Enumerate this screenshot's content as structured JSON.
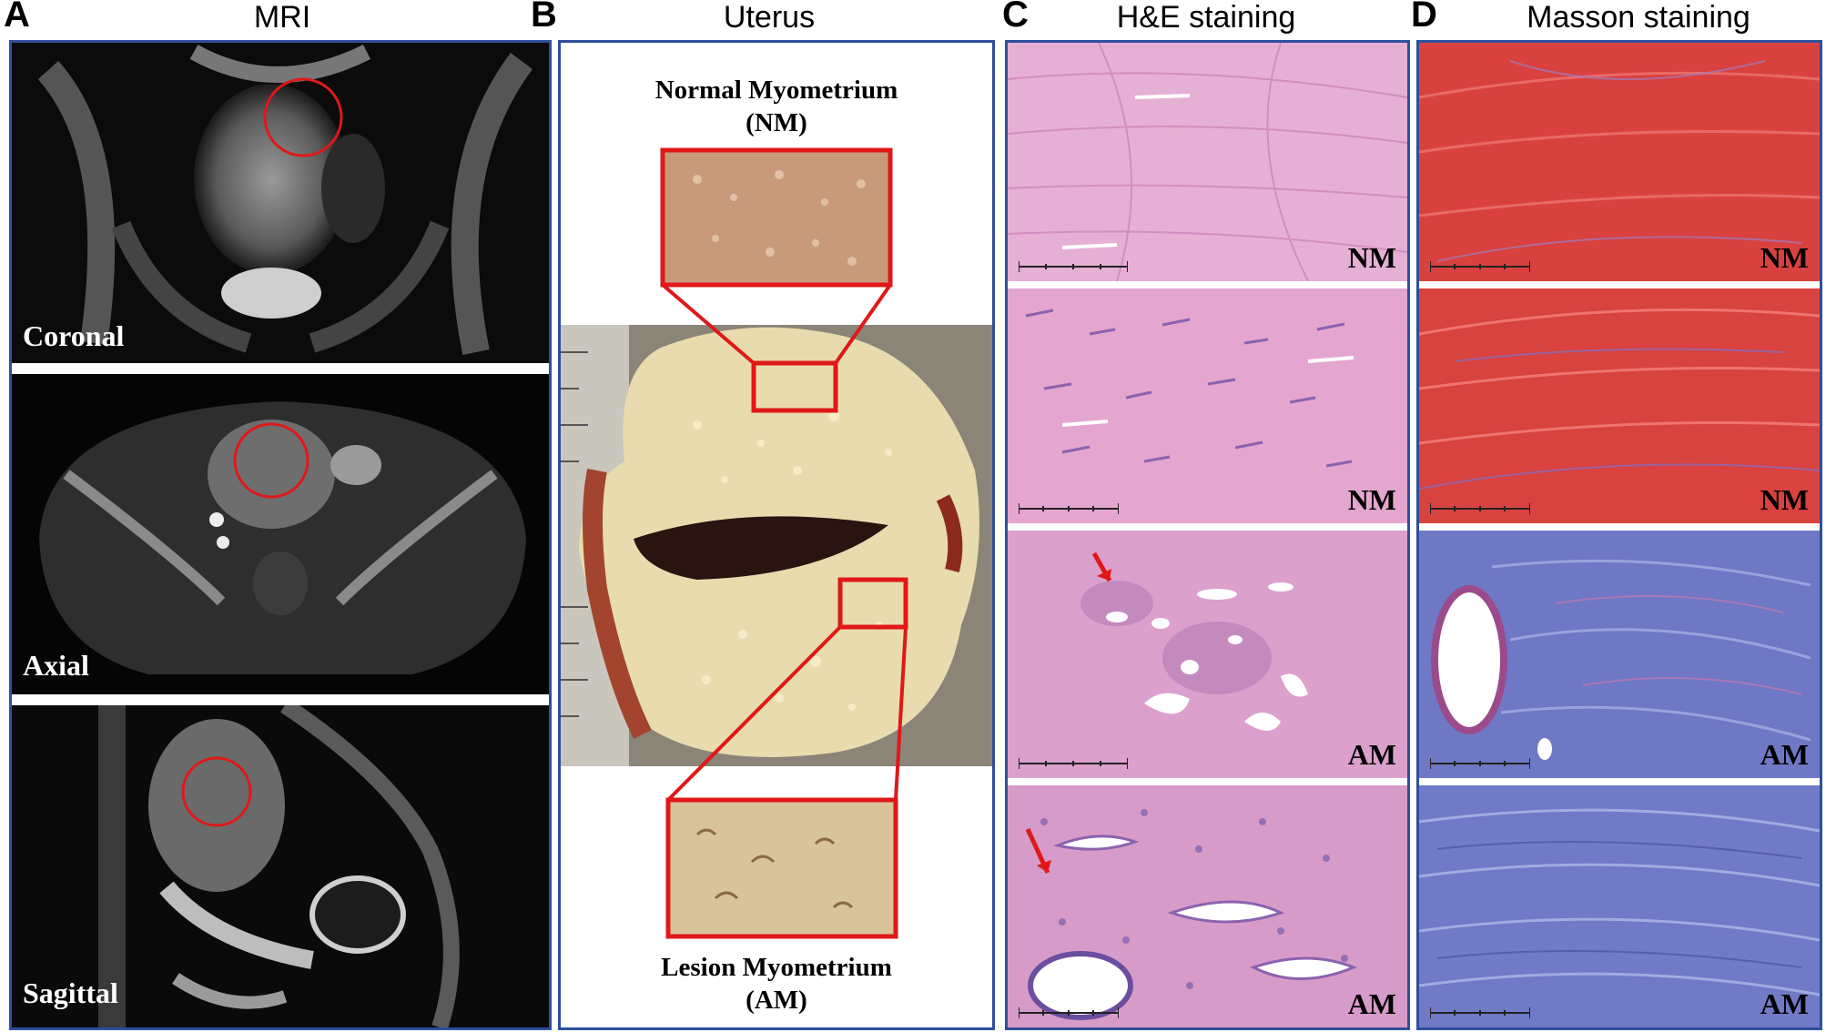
{
  "panels": {
    "a": {
      "letter": "A",
      "title": "MRI",
      "views": [
        "Coronal",
        "Axial",
        "Sagittal"
      ]
    },
    "b": {
      "letter": "B",
      "title": "Uterus",
      "top_caption_line1": "Normal Myometrium",
      "top_caption_line2": "(NM)",
      "bottom_caption_line1": "Lesion Myometrium",
      "bottom_caption_line2": "(AM)"
    },
    "c": {
      "letter": "C",
      "title": "H&E staining",
      "labels": [
        "NM",
        "NM",
        "AM",
        "AM"
      ]
    },
    "d": {
      "letter": "D",
      "title": "Masson staining",
      "labels": [
        "NM",
        "NM",
        "AM",
        "AM"
      ]
    }
  },
  "colors": {
    "frame_border": "#2e4f9c",
    "highlight_red": "#e01818",
    "he_pink": "#e3a8cc",
    "masson_red": "#d8403e",
    "masson_blue": "#6f78c4"
  }
}
